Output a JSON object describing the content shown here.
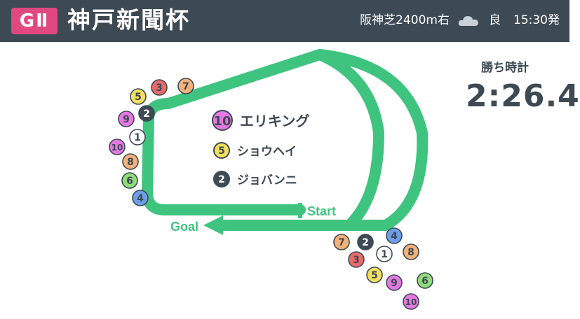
{
  "header": {
    "grade": "GⅡ",
    "race_name": "神戸新聞杯",
    "course": "阪神芝2400m右",
    "weather_icon": "cloud-icon",
    "going": "良",
    "post_time": "15:30発"
  },
  "result": {
    "time_label": "勝ち時計",
    "time": "2:26.4"
  },
  "labels": {
    "start": "Start",
    "goal": "Goal"
  },
  "podium": [
    {
      "num": "10",
      "name": "エリキング",
      "color": "#e678e2"
    },
    {
      "num": "5",
      "name": "ショウヘイ",
      "color": "#f3df5e"
    },
    {
      "num": "2",
      "name": "ジョバンニ",
      "color": "#3d4a54"
    }
  ],
  "colors": {
    "track": "#3ec47e",
    "header": "#3d4a54",
    "grade": "#e0487f"
  },
  "corner_positions": [
    {
      "num": "3",
      "color": "#e86a6a"
    },
    {
      "num": "7",
      "color": "#f4b178"
    },
    {
      "num": "5",
      "color": "#f3df5e"
    },
    {
      "num": "2",
      "color": "#3d4a54"
    },
    {
      "num": "9",
      "color": "#e678e2"
    },
    {
      "num": "1",
      "color": "#ffffff"
    },
    {
      "num": "10",
      "color": "#e678e2"
    },
    {
      "num": "8",
      "color": "#f4b178"
    },
    {
      "num": "6",
      "color": "#8fdc7a"
    },
    {
      "num": "4",
      "color": "#6f9ee8"
    }
  ],
  "finish_positions": [
    {
      "num": "4",
      "color": "#6f9ee8"
    },
    {
      "num": "2",
      "color": "#3d4a54"
    },
    {
      "num": "7",
      "color": "#f4b178"
    },
    {
      "num": "1",
      "color": "#ffffff"
    },
    {
      "num": "8",
      "color": "#f4b178"
    },
    {
      "num": "3",
      "color": "#e86a6a"
    },
    {
      "num": "5",
      "color": "#f3df5e"
    },
    {
      "num": "9",
      "color": "#e678e2"
    },
    {
      "num": "6",
      "color": "#8fdc7a"
    },
    {
      "num": "10",
      "color": "#e678e2"
    }
  ]
}
